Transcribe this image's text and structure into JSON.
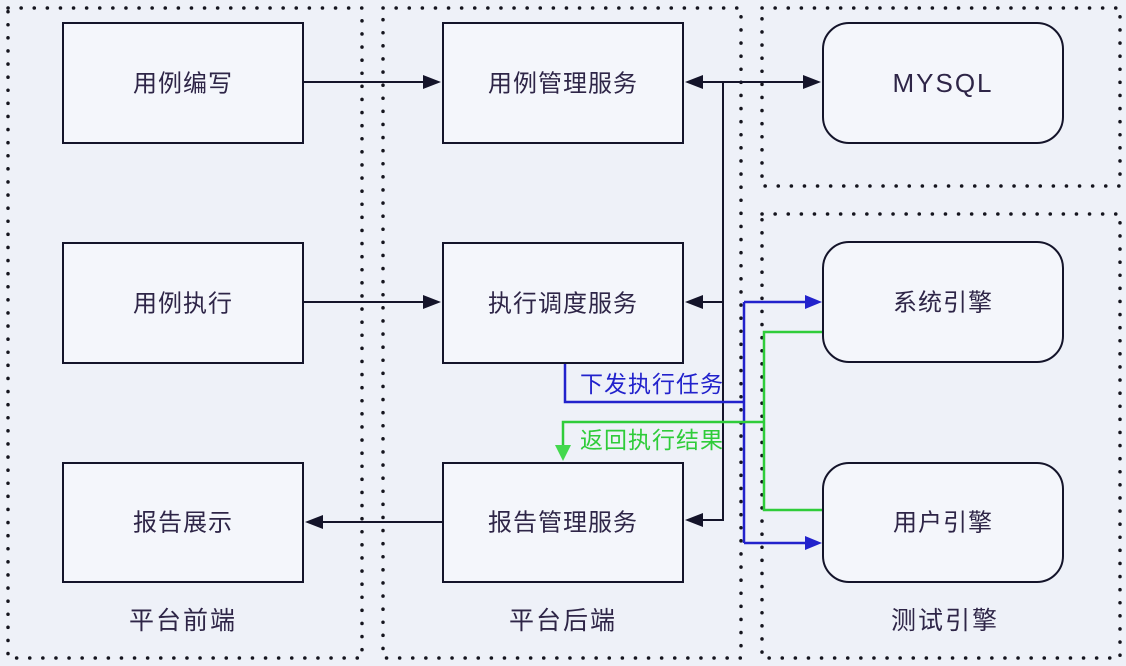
{
  "diagram": {
    "regions": {
      "frontend": {
        "label": "平台前端"
      },
      "backend": {
        "label": "平台后端"
      },
      "engines": {
        "label": "测试引擎"
      }
    },
    "nodes": {
      "case_write": {
        "label": "用例编写"
      },
      "case_exec": {
        "label": "用例执行"
      },
      "report_show": {
        "label": "报告展示"
      },
      "case_mgmt": {
        "label": "用例管理服务"
      },
      "exec_sched": {
        "label": "执行调度服务"
      },
      "report_mgmt": {
        "label": "报告管理服务"
      },
      "mysql": {
        "label": "MYSQL"
      },
      "system_engine": {
        "label": "系统引擎"
      },
      "user_engine": {
        "label": "用户引擎"
      }
    },
    "edge_labels": {
      "dispatch": {
        "label": "下发执行任务",
        "color": "#2222cc"
      },
      "result": {
        "label": "返回执行结果",
        "color": "#2fcc3a"
      }
    },
    "colors": {
      "background": "#eef1f8",
      "node_fill": "#f4f6fb",
      "node_border": "#14142a",
      "connector_black": "#14142a",
      "dispatch_blue": "#2222cc",
      "result_green": "#2fcc3a",
      "text": "#2e2547",
      "dots": "#15151e"
    }
  }
}
